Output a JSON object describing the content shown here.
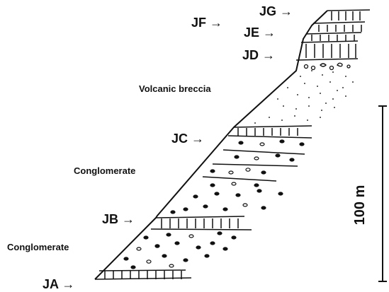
{
  "markers": [
    {
      "id": "JA",
      "label": "JA →"
    },
    {
      "id": "JB",
      "label": "JB →"
    },
    {
      "id": "JC",
      "label": "JC →"
    },
    {
      "id": "JD",
      "label": "JD →"
    },
    {
      "id": "JE",
      "label": "JE →"
    },
    {
      "id": "JF",
      "label": "JF →"
    },
    {
      "id": "JG",
      "label": "JG →"
    }
  ],
  "units": {
    "lower_conglomerate": "Conglomerate",
    "upper_conglomerate": "Conglomerate",
    "volcanic_breccia": "Volcanic breccia"
  },
  "scale_bar": {
    "label": "100 m"
  }
}
